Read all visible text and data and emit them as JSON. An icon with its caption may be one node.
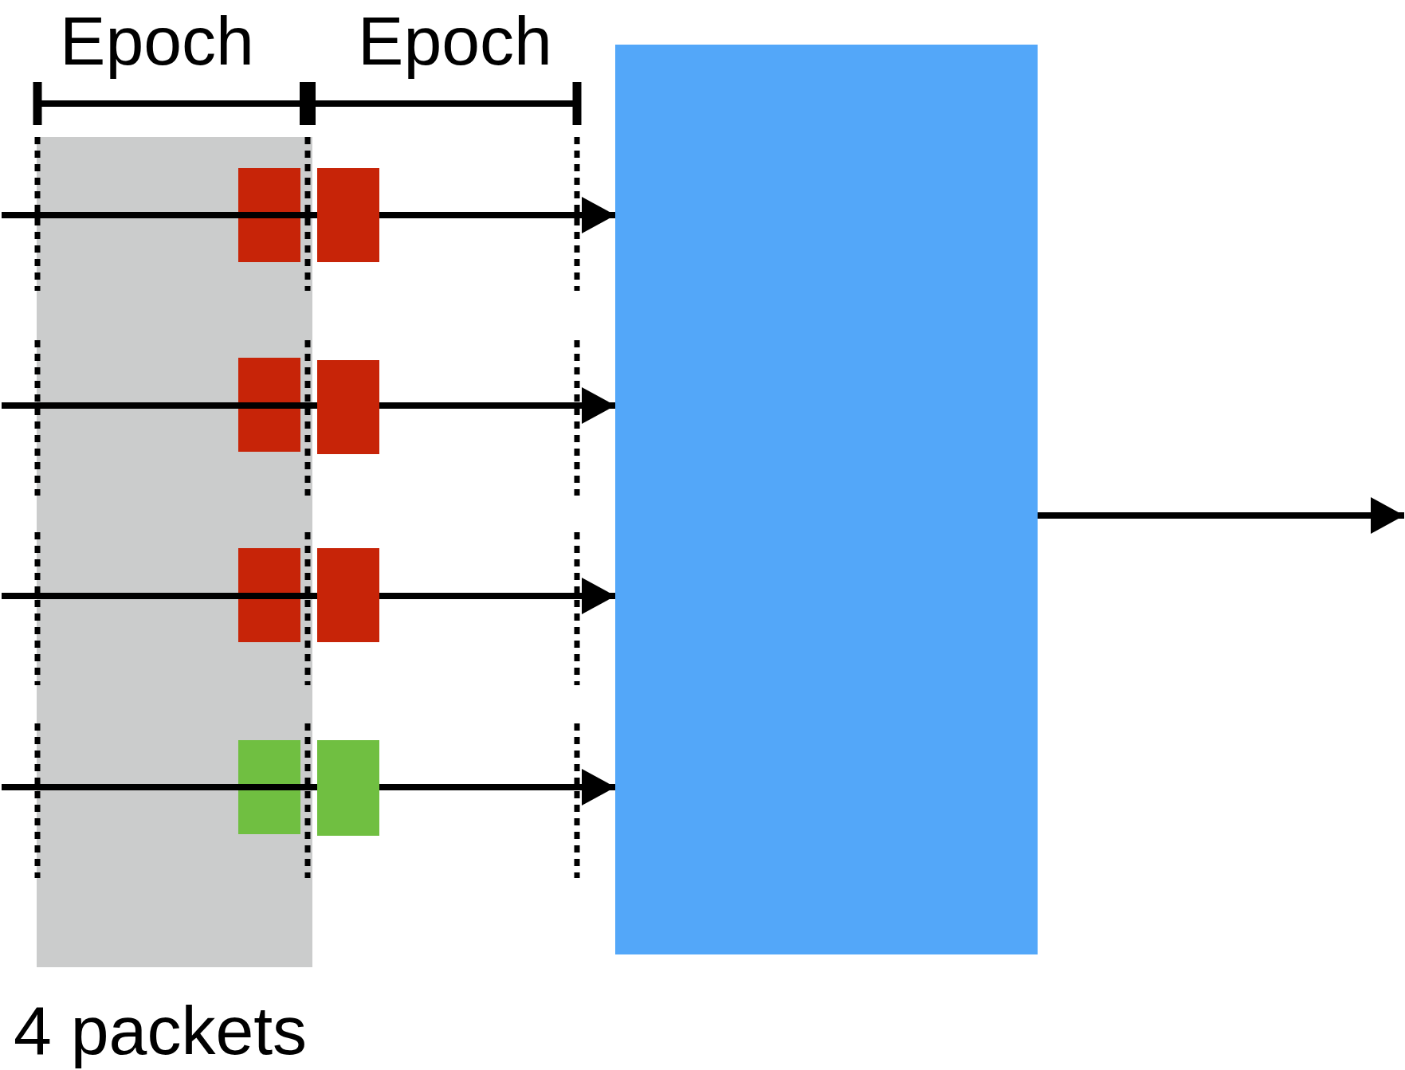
{
  "diagram": {
    "nodes": [
      {
        "text": [],
        "shape": "band",
        "beside": [
          "4 packets"
        ]
      },
      {
        "text": [],
        "shape": "box",
        "in": 0
      },
      {
        "text": [],
        "shape": "box"
      },
      {
        "text": [],
        "shape": "box",
        "in": 0
      },
      {
        "text": [],
        "shape": "box"
      },
      {
        "text": [],
        "shape": "box",
        "in": 0
      },
      {
        "text": [],
        "shape": "box"
      },
      {
        "text": [],
        "shape": "box",
        "in": 0
      },
      {
        "text": [],
        "shape": "box"
      },
      {
        "text": [],
        "shape": "box"
      }
    ],
    "edges": [
      {
        "from": null,
        "to": 9,
        "arrow": "to"
      },
      {
        "from": null,
        "to": 9,
        "arrow": "to"
      },
      {
        "from": null,
        "to": 9,
        "arrow": "to"
      },
      {
        "from": null,
        "to": 9,
        "arrow": "to"
      },
      {
        "from": 9,
        "to": null,
        "arrow": "to"
      }
    ],
    "labels": [
      "Epoch",
      "Epoch"
    ]
  }
}
